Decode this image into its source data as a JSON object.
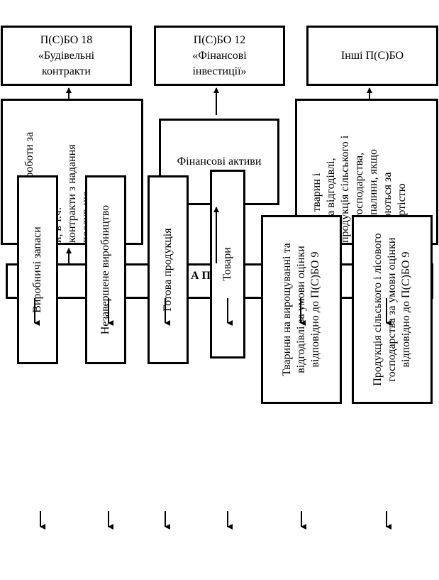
{
  "top": {
    "pbo18": "П(С)БО 18\n«Будівельні\nконтракти",
    "pbo12": "П(С)БО 12\n«Фінансові\nінвестиції»",
    "other": "Інші П(С)БО"
  },
  "middle": {
    "left_text": "Незавершені роботи за\nми\nи, в т.ч.\nконтракти з надання\nпослуг, що\nню\nними",
    "financial_assets": "Фінансові активи",
    "right_text": "одняк тварин і\nини на відгодівлі,\nпродукція сільського і\nвого господарства,\nсні копалини, якщо\nоцінюються за\nою вартістю\nізації",
    "band_label": "А П   Й"
  },
  "bottom": {
    "production_stock": "Виробничі запаси",
    "wip": "Незавершене виробництво",
    "finished_goods": "Готова продукція",
    "goods": "Товари",
    "animals": "Тварини на вирощуванні та\nвідгодівлі за умови оцінки\nвідповідно до П(С)БО 9",
    "agri_products": "Продукція сільського і лісового\nгосподарства за умови оцінки\nвідповідно до П(С)БО 9"
  }
}
